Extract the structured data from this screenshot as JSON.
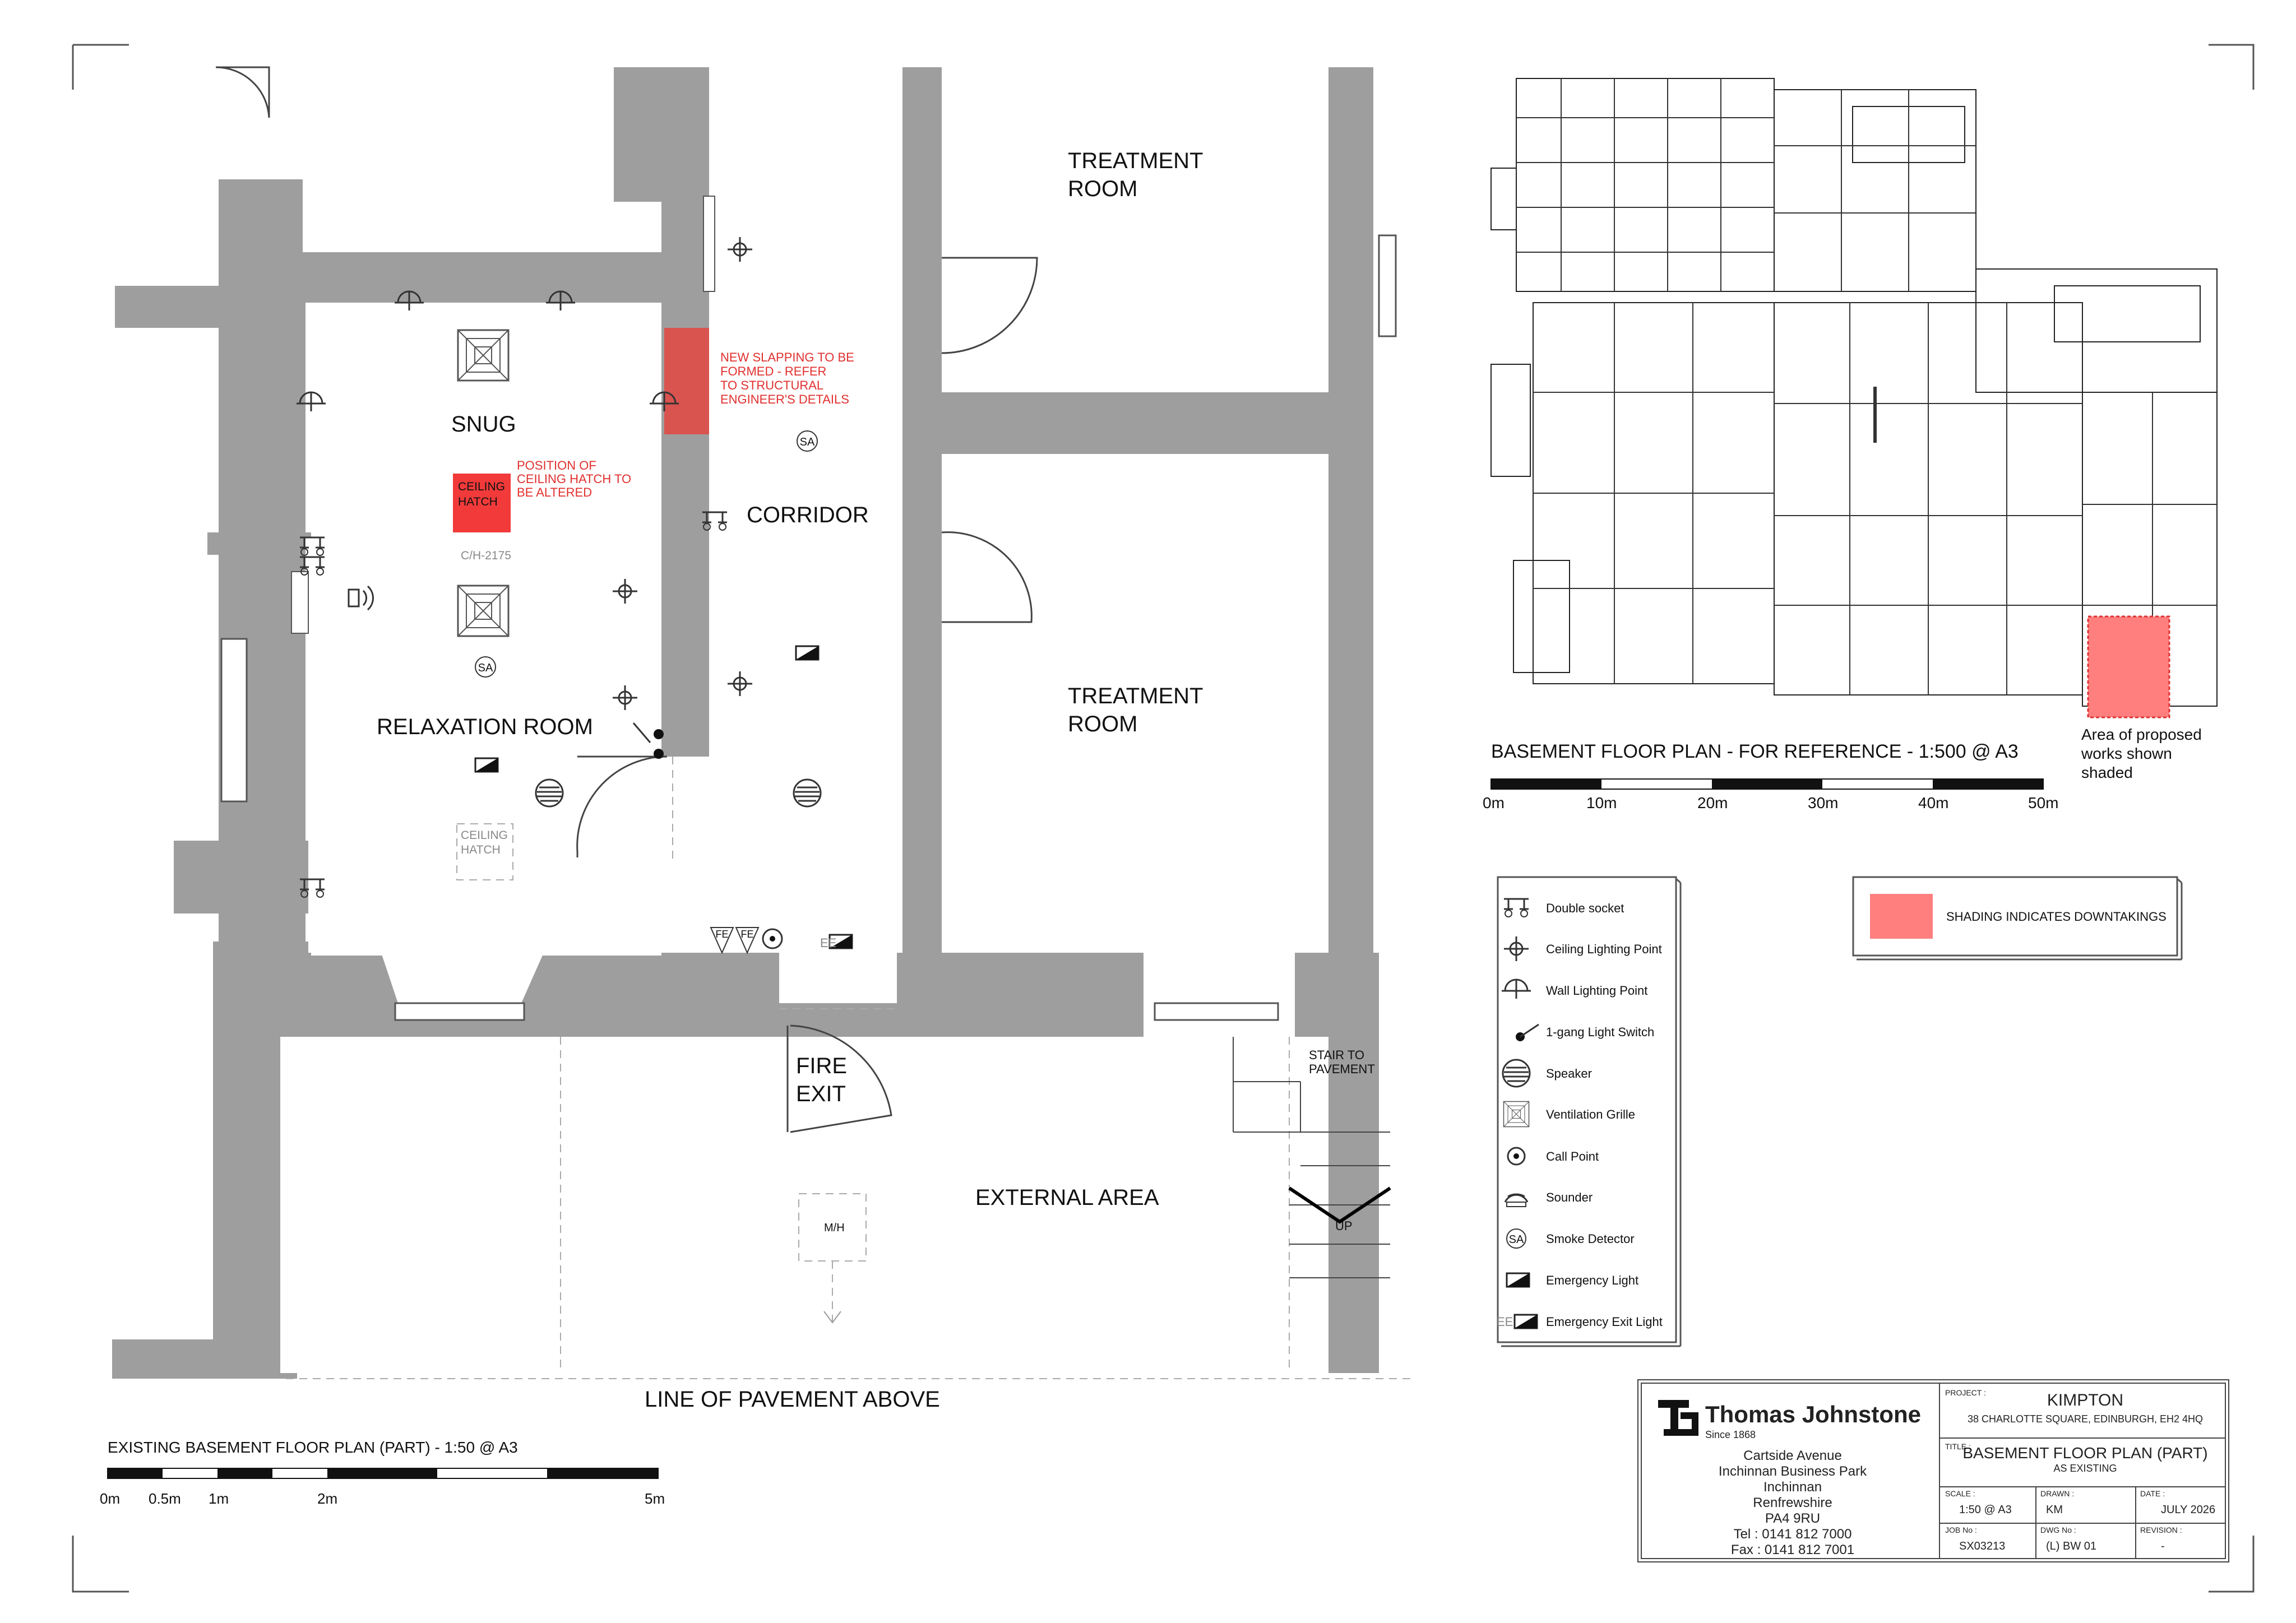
{
  "main_plan": {
    "rooms": {
      "snug": "SNUG",
      "relaxation_room": "RELAXATION ROOM",
      "corridor": "CORRIDOR",
      "treatment_room_1": [
        "TREATMENT",
        "ROOM"
      ],
      "treatment_room_2": [
        "TREATMENT",
        "ROOM"
      ],
      "fire_exit": [
        "FIRE",
        "EXIT"
      ],
      "external_area": "EXTERNAL AREA",
      "stair": [
        "STAIR TO",
        "PAVEMENT"
      ],
      "stair_up": "UP",
      "mh": "M/H"
    },
    "notes": {
      "slapping": [
        "NEW SLAPPING TO BE",
        "FORMED - REFER",
        "TO STRUCTURAL",
        "ENGINEER'S DETAILS"
      ],
      "hatch_position": [
        "POSITION OF",
        "CEILING HATCH TO",
        "BE ALTERED"
      ],
      "hatch_red": [
        "CEILING",
        "HATCH"
      ],
      "hatch_grey": [
        "CEILING",
        "HATCH"
      ],
      "hatch_ref": "C/H-2175"
    },
    "symbols": {
      "sa": "SA",
      "fe": "FE",
      "ee": "EE"
    },
    "pavement_line": "LINE OF PAVEMENT ABOVE",
    "title": "EXISTING BASEMENT FLOOR PLAN (PART) - 1:50 @ A3",
    "scale_labels": [
      "0m",
      "0.5m",
      "1m",
      "2m",
      "5m"
    ]
  },
  "reference_plan": {
    "title": "BASEMENT FLOOR PLAN - FOR REFERENCE - 1:500 @ A3",
    "scale_labels": [
      "0m",
      "10m",
      "20m",
      "30m",
      "40m",
      "50m"
    ],
    "area_note": [
      "Area of proposed",
      "works shown",
      "shaded"
    ]
  },
  "legend": {
    "items": [
      {
        "label": "Double socket",
        "icon": "double-socket-icon"
      },
      {
        "label": "Ceiling Lighting Point",
        "icon": "ceiling-light-icon"
      },
      {
        "label": "Wall Lighting Point",
        "icon": "wall-light-icon"
      },
      {
        "label": "1-gang Light Switch",
        "icon": "light-switch-icon"
      },
      {
        "label": "Speaker",
        "icon": "speaker-icon"
      },
      {
        "label": "Ventilation Grille",
        "icon": "ventilation-grille-icon"
      },
      {
        "label": "Call Point",
        "icon": "call-point-icon"
      },
      {
        "label": "Sounder",
        "icon": "sounder-icon"
      },
      {
        "label": "Smoke Detector",
        "icon": "smoke-detector-icon"
      },
      {
        "label": "Emergency Light",
        "icon": "emergency-light-icon"
      },
      {
        "label": "Emergency Exit Light",
        "icon": "emergency-exit-light-icon"
      }
    ],
    "ee_prefix": "EE"
  },
  "shading_key": {
    "label": "SHADING INDICATES DOWNTAKINGS",
    "color": "#ff7f7f"
  },
  "title_block": {
    "company": "Thomas Johnstone",
    "since": "Since 1868",
    "address": [
      "Cartside Avenue",
      "Inchinnan Business Park",
      "Inchinnan",
      "Renfrewshire",
      "PA4 9RU",
      "Tel :  0141 812 7000",
      "Fax :  0141 812 7001"
    ],
    "project_label": "PROJECT :",
    "project_name": "KIMPTON",
    "project_address": "38 CHARLOTTE SQUARE, EDINBURGH, EH2 4HQ",
    "title_label": "TITLE :",
    "title_main": "BASEMENT FLOOR PLAN (PART)",
    "title_sub": "AS EXISTING",
    "scale_label": "SCALE :",
    "scale": "1:50 @ A3",
    "drawn_label": "DRAWN :",
    "drawn": "KM",
    "date_label": "DATE :",
    "date": "JULY 2026",
    "job_label": "JOB No :",
    "job": "SX03213",
    "dwg_label": "DWG No :",
    "dwg": "(L) BW 01",
    "revision_label": "REVISION :",
    "revision": "-"
  },
  "colors": {
    "wall": "#9e9e9e",
    "red_fill": "#f23a3a",
    "slapping": "#d9534f",
    "red_text": "#e0312f",
    "downtaking": "#ff7f7f"
  }
}
